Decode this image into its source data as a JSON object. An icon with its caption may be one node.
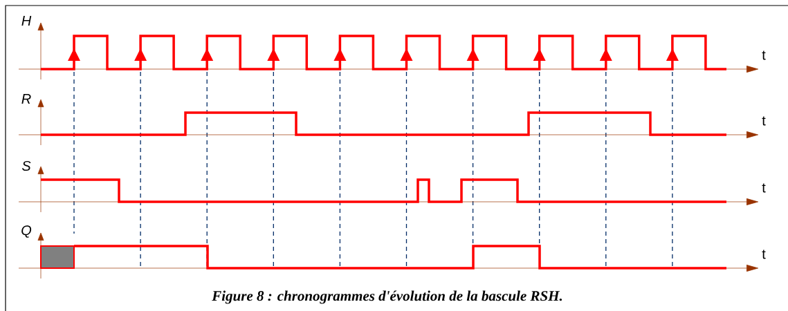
{
  "diagram": {
    "caption": "Figure 8 : chronogrammes d'évolution de la bascule RSH.",
    "labels": [
      "H",
      "t",
      "R",
      "t",
      "S",
      "t",
      "Q",
      "t"
    ]
  }
}
